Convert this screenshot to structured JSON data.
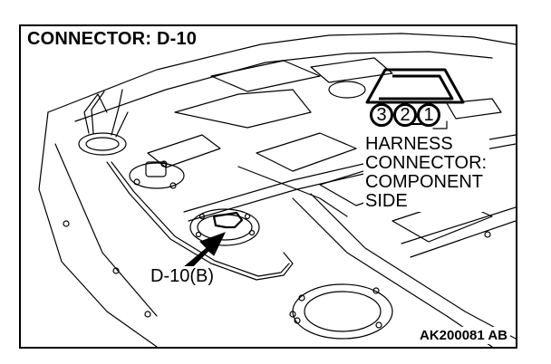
{
  "title": "CONNECTOR: D-10",
  "harness_label": [
    "HARNESS",
    "CONNECTOR:",
    "COMPONENT",
    "SIDE"
  ],
  "connector_pins": [
    "3",
    "2",
    "1"
  ],
  "callout_label": "D-10(B)",
  "figure_id": "AK200081 AB"
}
